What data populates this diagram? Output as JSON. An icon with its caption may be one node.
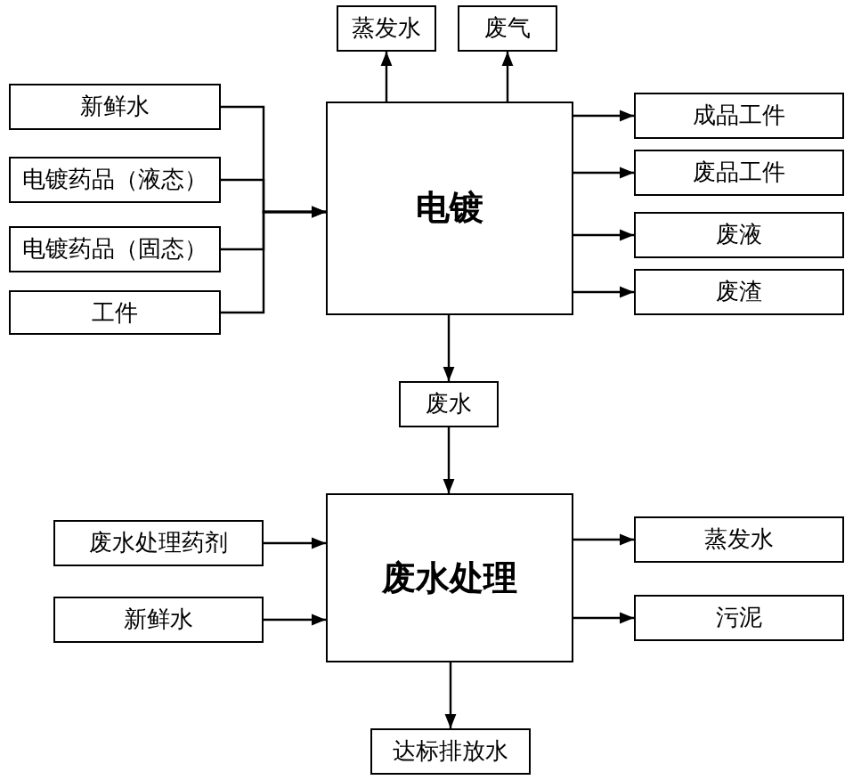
{
  "diagram": {
    "nodes": [
      {
        "text": [
          "新鲜水"
        ]
      },
      {
        "text": [
          "电镀药品（液态）"
        ]
      },
      {
        "text": [
          "电镀药品（固态）"
        ]
      },
      {
        "text": [
          "工件"
        ]
      },
      {
        "text": [
          "电镀"
        ]
      },
      {
        "text": [
          "蒸发水"
        ]
      },
      {
        "text": [
          "废气"
        ]
      },
      {
        "text": [
          "成品工件"
        ]
      },
      {
        "text": [
          "废品工件"
        ]
      },
      {
        "text": [
          "废液"
        ]
      },
      {
        "text": [
          "废渣"
        ]
      },
      {
        "text": [
          "废水"
        ]
      },
      {
        "text": [
          "废水处理"
        ]
      },
      {
        "text": [
          "废水处理药剂"
        ]
      },
      {
        "text": [
          "新鲜水"
        ]
      },
      {
        "text": [
          "蒸发水"
        ]
      },
      {
        "text": [
          "污泥"
        ]
      },
      {
        "text": [
          "达标排放水"
        ]
      }
    ],
    "edges": [
      {
        "from": 0,
        "to": 4,
        "arrow": "to"
      },
      {
        "from": 1,
        "to": 4,
        "arrow": "to"
      },
      {
        "from": 2,
        "to": 4,
        "arrow": "to"
      },
      {
        "from": 3,
        "to": 4,
        "arrow": "to"
      },
      {
        "from": 4,
        "to": 5,
        "arrow": "to"
      },
      {
        "from": 4,
        "to": 6,
        "arrow": "to"
      },
      {
        "from": 4,
        "to": 7,
        "arrow": "to"
      },
      {
        "from": 4,
        "to": 8,
        "arrow": "to"
      },
      {
        "from": 4,
        "to": 9,
        "arrow": "to"
      },
      {
        "from": 4,
        "to": 10,
        "arrow": "to"
      },
      {
        "from": 4,
        "to": 11,
        "arrow": "to"
      },
      {
        "from": 11,
        "to": 12,
        "arrow": "to"
      },
      {
        "from": 13,
        "to": 12,
        "arrow": "to"
      },
      {
        "from": 14,
        "to": 12,
        "arrow": "to"
      },
      {
        "from": 12,
        "to": 15,
        "arrow": "to"
      },
      {
        "from": 12,
        "to": 16,
        "arrow": "to"
      },
      {
        "from": 12,
        "to": 17,
        "arrow": "to"
      }
    ]
  }
}
